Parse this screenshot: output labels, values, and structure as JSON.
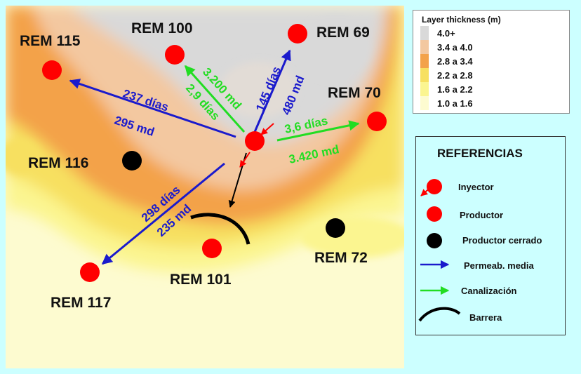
{
  "colors": {
    "background": "#ccffff",
    "producer": "#ff0000",
    "closed_producer": "#000000",
    "injector_arrow": "#ff0000",
    "permeability_arrow": "#1a1acc",
    "channel_arrow": "#22dd22",
    "barrier": "#000000"
  },
  "wells": {
    "rem115": "REM 115",
    "rem100": "REM 100",
    "rem69": "REM 69",
    "rem70": "REM 70",
    "rem116": "REM 116",
    "rem72": "REM 72",
    "rem101": "REM 101",
    "rem117": "REM 117"
  },
  "annotations": {
    "to115_days": "237 días",
    "to115_md": "295 md",
    "to100_md": "3.200 md",
    "to100_days": "2,9 días",
    "to69_days": "145 días",
    "to69_md": "480 md",
    "to70_days": "3,6 días",
    "to70_md": "3.420 md",
    "to117_days": "298 días",
    "to117_md": "235 md"
  },
  "thickness_legend": {
    "title": "Layer thickness  (m)",
    "classes": [
      {
        "label": "4.0+",
        "color": "#d9d9d9"
      },
      {
        "label": "3.4 a 4.0",
        "color": "#f3c8a0"
      },
      {
        "label": "2.8 a 3.4",
        "color": "#f3a24a"
      },
      {
        "label": "2.2 a 2.8",
        "color": "#f7e060"
      },
      {
        "label": "1.6 a 2.2",
        "color": "#fbf590"
      },
      {
        "label": "1.0 a 1.6",
        "color": "#fdfbd0"
      }
    ]
  },
  "references": {
    "title": "REFERENCIAS",
    "injector_label": "Inyector",
    "producer_label": "Productor",
    "closed_producer_label": "Productor cerrado",
    "permeability_label": "Permeab. media",
    "channel_label": "Canalización",
    "barrier_label": "Barrera"
  }
}
